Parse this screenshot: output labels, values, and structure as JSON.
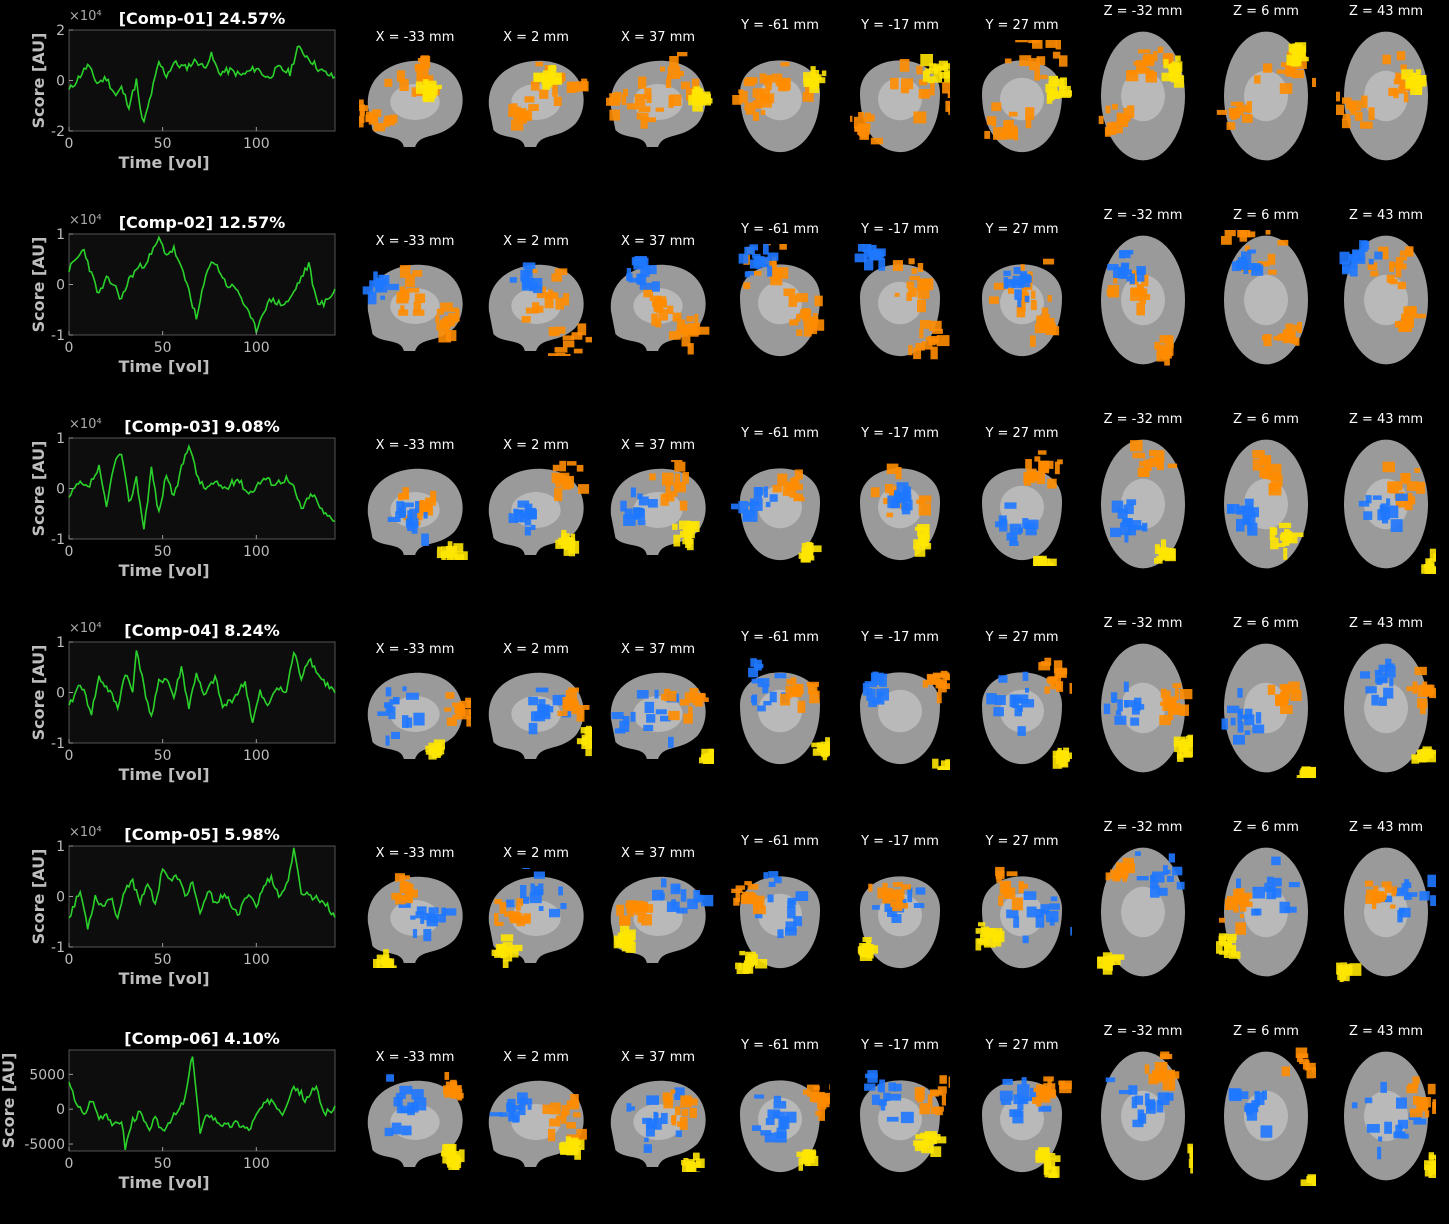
{
  "slice_labels": [
    "X = -33 mm",
    "X = 2 mm",
    "X = 37 mm",
    "Y = -61 mm",
    "Y = -17 mm",
    "Y = 27 mm",
    "Z = -32 mm",
    "Z = 6 mm",
    "Z = 43 mm"
  ],
  "colors": {
    "background": "#000000",
    "trace": "#2bd12b",
    "axes_bg": "#0d0d0d",
    "axis_text": "#bdbdbd",
    "positive": "#ff8c00",
    "positive_high": "#ffe600",
    "negative": "#1e78ff",
    "negative_high": "#33ccff",
    "brain": "#9a9a9a"
  },
  "chart_data": [
    {
      "type": "line",
      "title": "[Comp-01] 24.57%",
      "xlabel": "Time [vol]",
      "ylabel": "Score [AU]",
      "exponent": "×10⁴",
      "xlim": [
        0,
        142
      ],
      "ylim": [
        -2,
        2
      ],
      "xticks": [
        "0",
        "50",
        "100"
      ],
      "yticks": [
        "2",
        "0",
        "-2"
      ],
      "keypoints": [
        [
          0,
          -0.4
        ],
        [
          5,
          0.1
        ],
        [
          10,
          0.6
        ],
        [
          15,
          -0.1
        ],
        [
          20,
          0.1
        ],
        [
          25,
          -0.6
        ],
        [
          28,
          -0.3
        ],
        [
          32,
          -1.0
        ],
        [
          36,
          0.0
        ],
        [
          38,
          -1.2
        ],
        [
          40,
          -1.7
        ],
        [
          44,
          -0.5
        ],
        [
          48,
          0.7
        ],
        [
          52,
          0.2
        ],
        [
          56,
          0.7
        ],
        [
          62,
          0.5
        ],
        [
          68,
          0.8
        ],
        [
          72,
          0.5
        ],
        [
          76,
          1.0
        ],
        [
          80,
          0.3
        ],
        [
          86,
          0.4
        ],
        [
          92,
          0.2
        ],
        [
          100,
          0.5
        ],
        [
          106,
          0.1
        ],
        [
          112,
          0.5
        ],
        [
          118,
          0.3
        ],
        [
          122,
          1.3
        ],
        [
          128,
          0.9
        ],
        [
          134,
          0.4
        ],
        [
          142,
          0.1
        ]
      ],
      "seed": 11
    },
    {
      "type": "line",
      "title": "[Comp-02] 12.57%",
      "xlabel": "Time [vol]",
      "ylabel": "Score [AU]",
      "exponent": "×10⁴",
      "xlim": [
        0,
        142
      ],
      "ylim": [
        -1,
        1
      ],
      "xticks": [
        "0",
        "50",
        "100"
      ],
      "yticks": [
        "1",
        "0",
        "-1"
      ],
      "keypoints": [
        [
          0,
          0.3
        ],
        [
          4,
          0.5
        ],
        [
          8,
          0.7
        ],
        [
          12,
          0.2
        ],
        [
          16,
          -0.2
        ],
        [
          20,
          0.1
        ],
        [
          24,
          0.0
        ],
        [
          28,
          -0.3
        ],
        [
          32,
          0.1
        ],
        [
          36,
          0.3
        ],
        [
          40,
          0.4
        ],
        [
          44,
          0.6
        ],
        [
          48,
          0.9
        ],
        [
          52,
          0.6
        ],
        [
          56,
          0.7
        ],
        [
          60,
          0.3
        ],
        [
          64,
          -0.1
        ],
        [
          68,
          -0.7
        ],
        [
          72,
          0.0
        ],
        [
          76,
          0.5
        ],
        [
          80,
          0.3
        ],
        [
          84,
          0.0
        ],
        [
          90,
          -0.1
        ],
        [
          96,
          -0.6
        ],
        [
          100,
          -0.9
        ],
        [
          104,
          -0.5
        ],
        [
          108,
          -0.3
        ],
        [
          114,
          -0.4
        ],
        [
          118,
          -0.3
        ],
        [
          122,
          0.0
        ],
        [
          128,
          0.4
        ],
        [
          132,
          -0.3
        ],
        [
          136,
          -0.4
        ],
        [
          142,
          -0.1
        ]
      ],
      "seed": 23
    },
    {
      "type": "line",
      "title": "[Comp-03] 9.08%",
      "xlabel": "Time [vol]",
      "ylabel": "Score [AU]",
      "exponent": "×10⁴",
      "xlim": [
        0,
        142
      ],
      "ylim": [
        -1,
        1
      ],
      "xticks": [
        "0",
        "50",
        "100"
      ],
      "yticks": [
        "1",
        "0",
        "-1"
      ],
      "keypoints": [
        [
          0,
          -0.2
        ],
        [
          5,
          0.1
        ],
        [
          10,
          0.0
        ],
        [
          16,
          0.4
        ],
        [
          20,
          -0.4
        ],
        [
          24,
          0.5
        ],
        [
          28,
          0.7
        ],
        [
          32,
          -0.3
        ],
        [
          36,
          0.2
        ],
        [
          40,
          -0.8
        ],
        [
          44,
          0.4
        ],
        [
          48,
          -0.5
        ],
        [
          52,
          0.3
        ],
        [
          56,
          -0.2
        ],
        [
          60,
          0.4
        ],
        [
          64,
          0.9
        ],
        [
          68,
          0.3
        ],
        [
          72,
          0.0
        ],
        [
          78,
          0.1
        ],
        [
          84,
          0.0
        ],
        [
          90,
          0.2
        ],
        [
          96,
          -0.1
        ],
        [
          104,
          0.2
        ],
        [
          110,
          0.1
        ],
        [
          116,
          0.2
        ],
        [
          120,
          0.0
        ],
        [
          124,
          -0.4
        ],
        [
          130,
          -0.1
        ],
        [
          136,
          -0.5
        ],
        [
          142,
          -0.6
        ]
      ],
      "seed": 37
    },
    {
      "type": "line",
      "title": "[Comp-04] 8.24%",
      "xlabel": "Time [vol]",
      "ylabel": "Score [AU]",
      "exponent": "×10⁴",
      "xlim": [
        0,
        142
      ],
      "ylim": [
        -1,
        1
      ],
      "xticks": [
        "0",
        "50",
        "100"
      ],
      "yticks": [
        "1",
        "0",
        "-1"
      ],
      "keypoints": [
        [
          0,
          -0.3
        ],
        [
          6,
          0.2
        ],
        [
          12,
          -0.4
        ],
        [
          16,
          0.3
        ],
        [
          22,
          0.0
        ],
        [
          26,
          -0.3
        ],
        [
          30,
          0.4
        ],
        [
          34,
          0.0
        ],
        [
          36,
          0.9
        ],
        [
          40,
          0.1
        ],
        [
          44,
          -0.5
        ],
        [
          48,
          0.2
        ],
        [
          52,
          0.3
        ],
        [
          56,
          -0.1
        ],
        [
          60,
          0.5
        ],
        [
          64,
          -0.3
        ],
        [
          68,
          0.4
        ],
        [
          72,
          -0.1
        ],
        [
          78,
          0.3
        ],
        [
          82,
          -0.3
        ],
        [
          88,
          -0.1
        ],
        [
          94,
          0.2
        ],
        [
          98,
          -0.6
        ],
        [
          102,
          0.0
        ],
        [
          106,
          -0.3
        ],
        [
          110,
          0.1
        ],
        [
          116,
          0.0
        ],
        [
          120,
          0.8
        ],
        [
          124,
          0.3
        ],
        [
          128,
          0.7
        ],
        [
          134,
          0.3
        ],
        [
          142,
          0.0
        ]
      ],
      "seed": 41
    },
    {
      "type": "line",
      "title": "[Comp-05] 5.98%",
      "xlabel": "Time [vol]",
      "ylabel": "Score [AU]",
      "exponent": "×10⁴",
      "xlim": [
        0,
        142
      ],
      "ylim": [
        -1,
        1
      ],
      "xticks": [
        "0",
        "50",
        "100"
      ],
      "yticks": [
        "1",
        "0",
        "-1"
      ],
      "keypoints": [
        [
          0,
          -0.4
        ],
        [
          6,
          0.1
        ],
        [
          10,
          -0.6
        ],
        [
          14,
          0.0
        ],
        [
          18,
          -0.2
        ],
        [
          22,
          0.0
        ],
        [
          26,
          -0.4
        ],
        [
          30,
          0.1
        ],
        [
          34,
          0.3
        ],
        [
          38,
          -0.1
        ],
        [
          42,
          0.3
        ],
        [
          46,
          -0.2
        ],
        [
          50,
          0.6
        ],
        [
          54,
          0.3
        ],
        [
          58,
          0.4
        ],
        [
          62,
          0.0
        ],
        [
          66,
          0.3
        ],
        [
          70,
          -0.4
        ],
        [
          74,
          0.1
        ],
        [
          78,
          -0.1
        ],
        [
          82,
          0.0
        ],
        [
          86,
          -0.1
        ],
        [
          90,
          -0.4
        ],
        [
          96,
          0.1
        ],
        [
          100,
          -0.2
        ],
        [
          104,
          0.2
        ],
        [
          108,
          0.4
        ],
        [
          112,
          0.0
        ],
        [
          116,
          0.2
        ],
        [
          120,
          0.9
        ],
        [
          124,
          0.1
        ],
        [
          130,
          0.0
        ],
        [
          136,
          -0.1
        ],
        [
          142,
          -0.4
        ]
      ],
      "seed": 53
    },
    {
      "type": "line",
      "title": "[Comp-06] 4.10%",
      "xlabel": "Time [vol]",
      "ylabel": "Score [AU]",
      "exponent": "",
      "xlim": [
        0,
        142
      ],
      "ylim": [
        -6000,
        8500
      ],
      "xticks": [
        "0",
        "50",
        "100"
      ],
      "yticks": [
        "5000",
        "0",
        "-5000"
      ],
      "keypoints": [
        [
          0,
          3500
        ],
        [
          4,
          1000
        ],
        [
          8,
          -1000
        ],
        [
          12,
          1500
        ],
        [
          16,
          -1200
        ],
        [
          20,
          -500
        ],
        [
          24,
          -2500
        ],
        [
          28,
          -1500
        ],
        [
          30,
          -5500
        ],
        [
          34,
          -1500
        ],
        [
          38,
          -500
        ],
        [
          42,
          -3000
        ],
        [
          46,
          -1500
        ],
        [
          50,
          -3000
        ],
        [
          54,
          -1500
        ],
        [
          58,
          -500
        ],
        [
          62,
          1500
        ],
        [
          66,
          8000
        ],
        [
          70,
          -3500
        ],
        [
          74,
          -500
        ],
        [
          78,
          -1500
        ],
        [
          84,
          -2500
        ],
        [
          90,
          -2000
        ],
        [
          96,
          -3000
        ],
        [
          102,
          0
        ],
        [
          108,
          1500
        ],
        [
          114,
          -500
        ],
        [
          120,
          3500
        ],
        [
          126,
          1500
        ],
        [
          132,
          3000
        ],
        [
          136,
          -500
        ],
        [
          142,
          0
        ]
      ],
      "seed": 67
    }
  ],
  "brain_maps": [
    {
      "seed": 101,
      "blobs": [
        [
          "pos",
          0.55,
          0.25,
          0.32
        ],
        [
          "pos",
          0.2,
          0.6,
          0.2
        ],
        [
          "hi",
          0.7,
          0.3,
          0.12
        ]
      ]
    },
    {
      "seed": 202,
      "blobs": [
        [
          "pos",
          0.45,
          0.3,
          0.3
        ],
        [
          "neg",
          0.3,
          0.2,
          0.18
        ],
        [
          "pos",
          0.7,
          0.7,
          0.2
        ]
      ]
    },
    {
      "seed": 303,
      "blobs": [
        [
          "pos",
          0.6,
          0.25,
          0.25
        ],
        [
          "neg",
          0.3,
          0.5,
          0.22
        ],
        [
          "hi",
          0.8,
          0.8,
          0.12
        ]
      ]
    },
    {
      "seed": 404,
      "blobs": [
        [
          "neg",
          0.35,
          0.4,
          0.28
        ],
        [
          "pos",
          0.75,
          0.3,
          0.2
        ],
        [
          "hi",
          0.8,
          0.85,
          0.1
        ]
      ]
    },
    {
      "seed": 505,
      "blobs": [
        [
          "neg",
          0.6,
          0.35,
          0.3
        ],
        [
          "pos",
          0.3,
          0.3,
          0.18
        ],
        [
          "hi",
          0.15,
          0.75,
          0.12
        ]
      ]
    },
    {
      "seed": 606,
      "blobs": [
        [
          "neg",
          0.4,
          0.35,
          0.3
        ],
        [
          "pos",
          0.75,
          0.25,
          0.2
        ],
        [
          "hi",
          0.85,
          0.8,
          0.12
        ]
      ]
    }
  ]
}
